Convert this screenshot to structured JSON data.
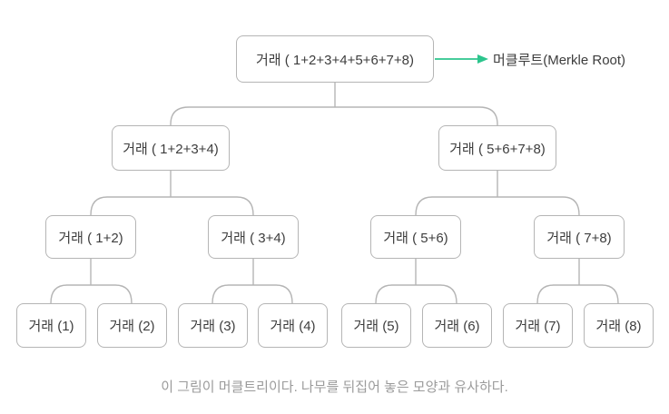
{
  "colors": {
    "accent_green": "#2cc58d",
    "line_gray": "#b5b5b5",
    "node_text": "#3d3d3d",
    "caption_gray": "#9b9b9b"
  },
  "tree": {
    "root": {
      "label": "거래 ( 1+2+3+4+5+6+7+8)"
    },
    "root_annotation": {
      "label": "머클루트(Merkle Root)",
      "icon": "arrow-right"
    },
    "level2": [
      {
        "label": "거래 ( 1+2+3+4)"
      },
      {
        "label": "거래 ( 5+6+7+8)"
      }
    ],
    "level3": [
      {
        "label": "거래 ( 1+2)"
      },
      {
        "label": "거래 ( 3+4)"
      },
      {
        "label": "거래 ( 5+6)"
      },
      {
        "label": "거래 ( 7+8)"
      }
    ],
    "leaves": [
      {
        "label": "거래 (1)"
      },
      {
        "label": "거래 (2)"
      },
      {
        "label": "거래 (3)"
      },
      {
        "label": "거래 (4)"
      },
      {
        "label": "거래 (5)"
      },
      {
        "label": "거래 (6)"
      },
      {
        "label": "거래 (7)"
      },
      {
        "label": "거래 (8)"
      }
    ]
  },
  "caption": "이 그림이 머클트리이다. 나무를 뒤집어 놓은 모양과 유사하다."
}
